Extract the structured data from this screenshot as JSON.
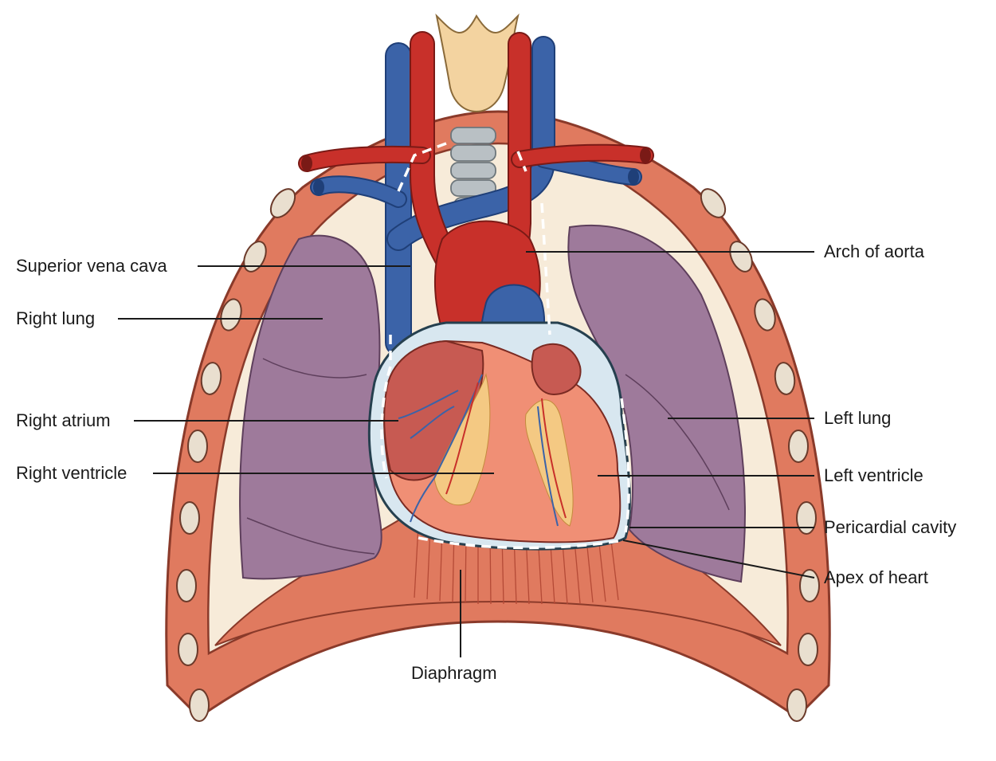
{
  "labels": {
    "superior_vena_cava": "Superior vena cava",
    "right_lung": "Right lung",
    "right_atrium": "Right atrium",
    "right_ventricle": "Right ventricle",
    "arch_of_aorta": "Arch of aorta",
    "left_lung": "Left lung",
    "left_ventricle": "Left ventricle",
    "pericardial_cavity": "Pericardial cavity",
    "apex_of_heart": "Apex of heart",
    "diaphragm": "Diaphragm"
  },
  "colors": {
    "tissue": "#e07a5f",
    "tissue_dark": "#c4563f",
    "pleura": "#f7ebd9",
    "lung": "#9e7a9b",
    "lung_dark": "#7d5a7a",
    "vein": "#3b63a8",
    "artery": "#c8302a",
    "heart": "#f08f75",
    "heart_dark": "#c75a52",
    "fat": "#f4c983",
    "trachea": "#b9c0c4",
    "thyroid": "#f3d3a0"
  }
}
